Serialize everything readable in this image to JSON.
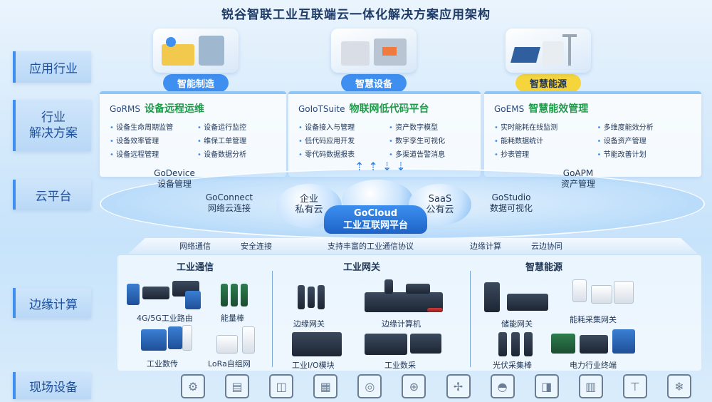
{
  "title": "锐谷智联工业互联端云一体化解决方案应用架构",
  "layers": {
    "application": "应用行业",
    "solution": "行业\n解决方案",
    "cloud": "云平台",
    "edge": "边缘计算",
    "field": "现场设备"
  },
  "industries": [
    {
      "label": "智能制造",
      "color": "#3f8ff0"
    },
    {
      "label": "智慧设备",
      "color": "#3f8ff0"
    },
    {
      "label": "智慧能源",
      "color": "#f6d53c"
    }
  ],
  "solutions": [
    {
      "code": "GoRMS",
      "name": "设备远程运维",
      "items": [
        "设备生命周期监管",
        "设备运行监控",
        "设备效率管理",
        "维保工单管理",
        "设备远程管理",
        "设备数据分析"
      ]
    },
    {
      "code": "GoIoTSuite",
      "name": "物联网低代码平台",
      "items": [
        "设备接入与管理",
        "资产数字模型",
        "低代码应用开发",
        "数字孪生可视化",
        "零代码数据报表",
        "多渠道告警消息"
      ]
    },
    {
      "code": "GoEMS",
      "name": "智慧能效管理",
      "items": [
        "实时能耗在线监测",
        "多维度能效分析",
        "能耗数据统计",
        "设备资产管理",
        "抄表管理",
        "节能改善计划"
      ]
    }
  ],
  "cloud": {
    "godevice": {
      "code": "GoDevice",
      "label": "设备管理"
    },
    "goconnect": {
      "code": "GoConnect",
      "label": "网络云连接"
    },
    "private": {
      "line1": "企业",
      "line2": "私有云"
    },
    "gocloud": {
      "code": "GoCloud",
      "label": "工业互联网平台"
    },
    "saas": {
      "line1": "SaaS",
      "line2": "公有云"
    },
    "gostudio": {
      "code": "GoStudio",
      "label": "数据可视化"
    },
    "goapm": {
      "code": "GoAPM",
      "label": "资产管理"
    }
  },
  "capabilities": [
    "网络通信",
    "安全连接",
    "支持丰富的工业通信协议",
    "边缘计算",
    "云边协同"
  ],
  "edge": {
    "sections": [
      "工业通信",
      "工业网关",
      "智慧能源"
    ],
    "devices": {
      "router": "4G/5G工业路由",
      "stick": "能量棒",
      "dtu": "工业数传",
      "lora": "LoRa自组网",
      "edge_gw": "边缘网关",
      "edge_pc": "边缘计算机",
      "io": "工业I/O模块",
      "daq": "工业数采",
      "storage_gw": "储能网关",
      "energy_gw": "能耗采集网关",
      "pv": "光伏采集棒",
      "power": "电力行业终端"
    }
  },
  "field_icons": [
    "robot-arm-icon",
    "cnc-machine-icon",
    "pump-icon",
    "meter-icon",
    "sensor-icon",
    "valve-icon",
    "fan-icon",
    "car-icon",
    "camera-icon",
    "cabinet-icon",
    "crane-icon",
    "air-conditioner-icon"
  ]
}
